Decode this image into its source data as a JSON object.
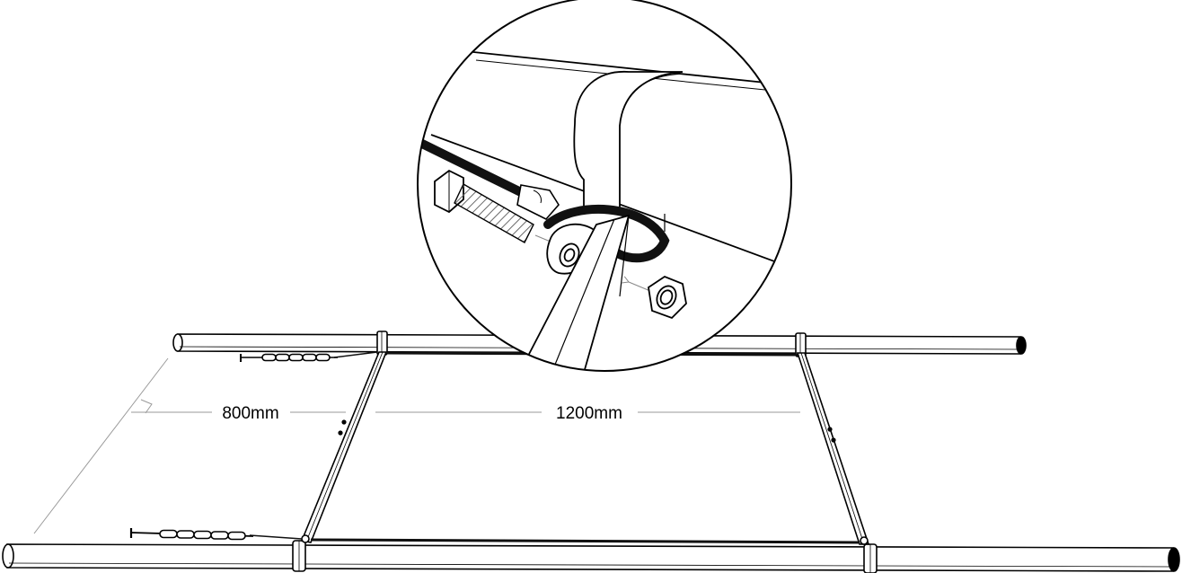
{
  "diagram": {
    "dimensions": [
      {
        "id": "depth",
        "label": "800mm"
      },
      {
        "id": "spacing",
        "label": "1200mm"
      }
    ],
    "colors": {
      "line": "#000000",
      "background": "#ffffff",
      "dimension_line": "#9a9a9a",
      "hatch": "#6a6a6a",
      "cable": "#111111"
    },
    "parts": [
      "horizontal-tube",
      "diagonal-brace",
      "clamp",
      "bolt",
      "nut",
      "ground-cable",
      "cable-lug",
      "ground-stake"
    ]
  }
}
